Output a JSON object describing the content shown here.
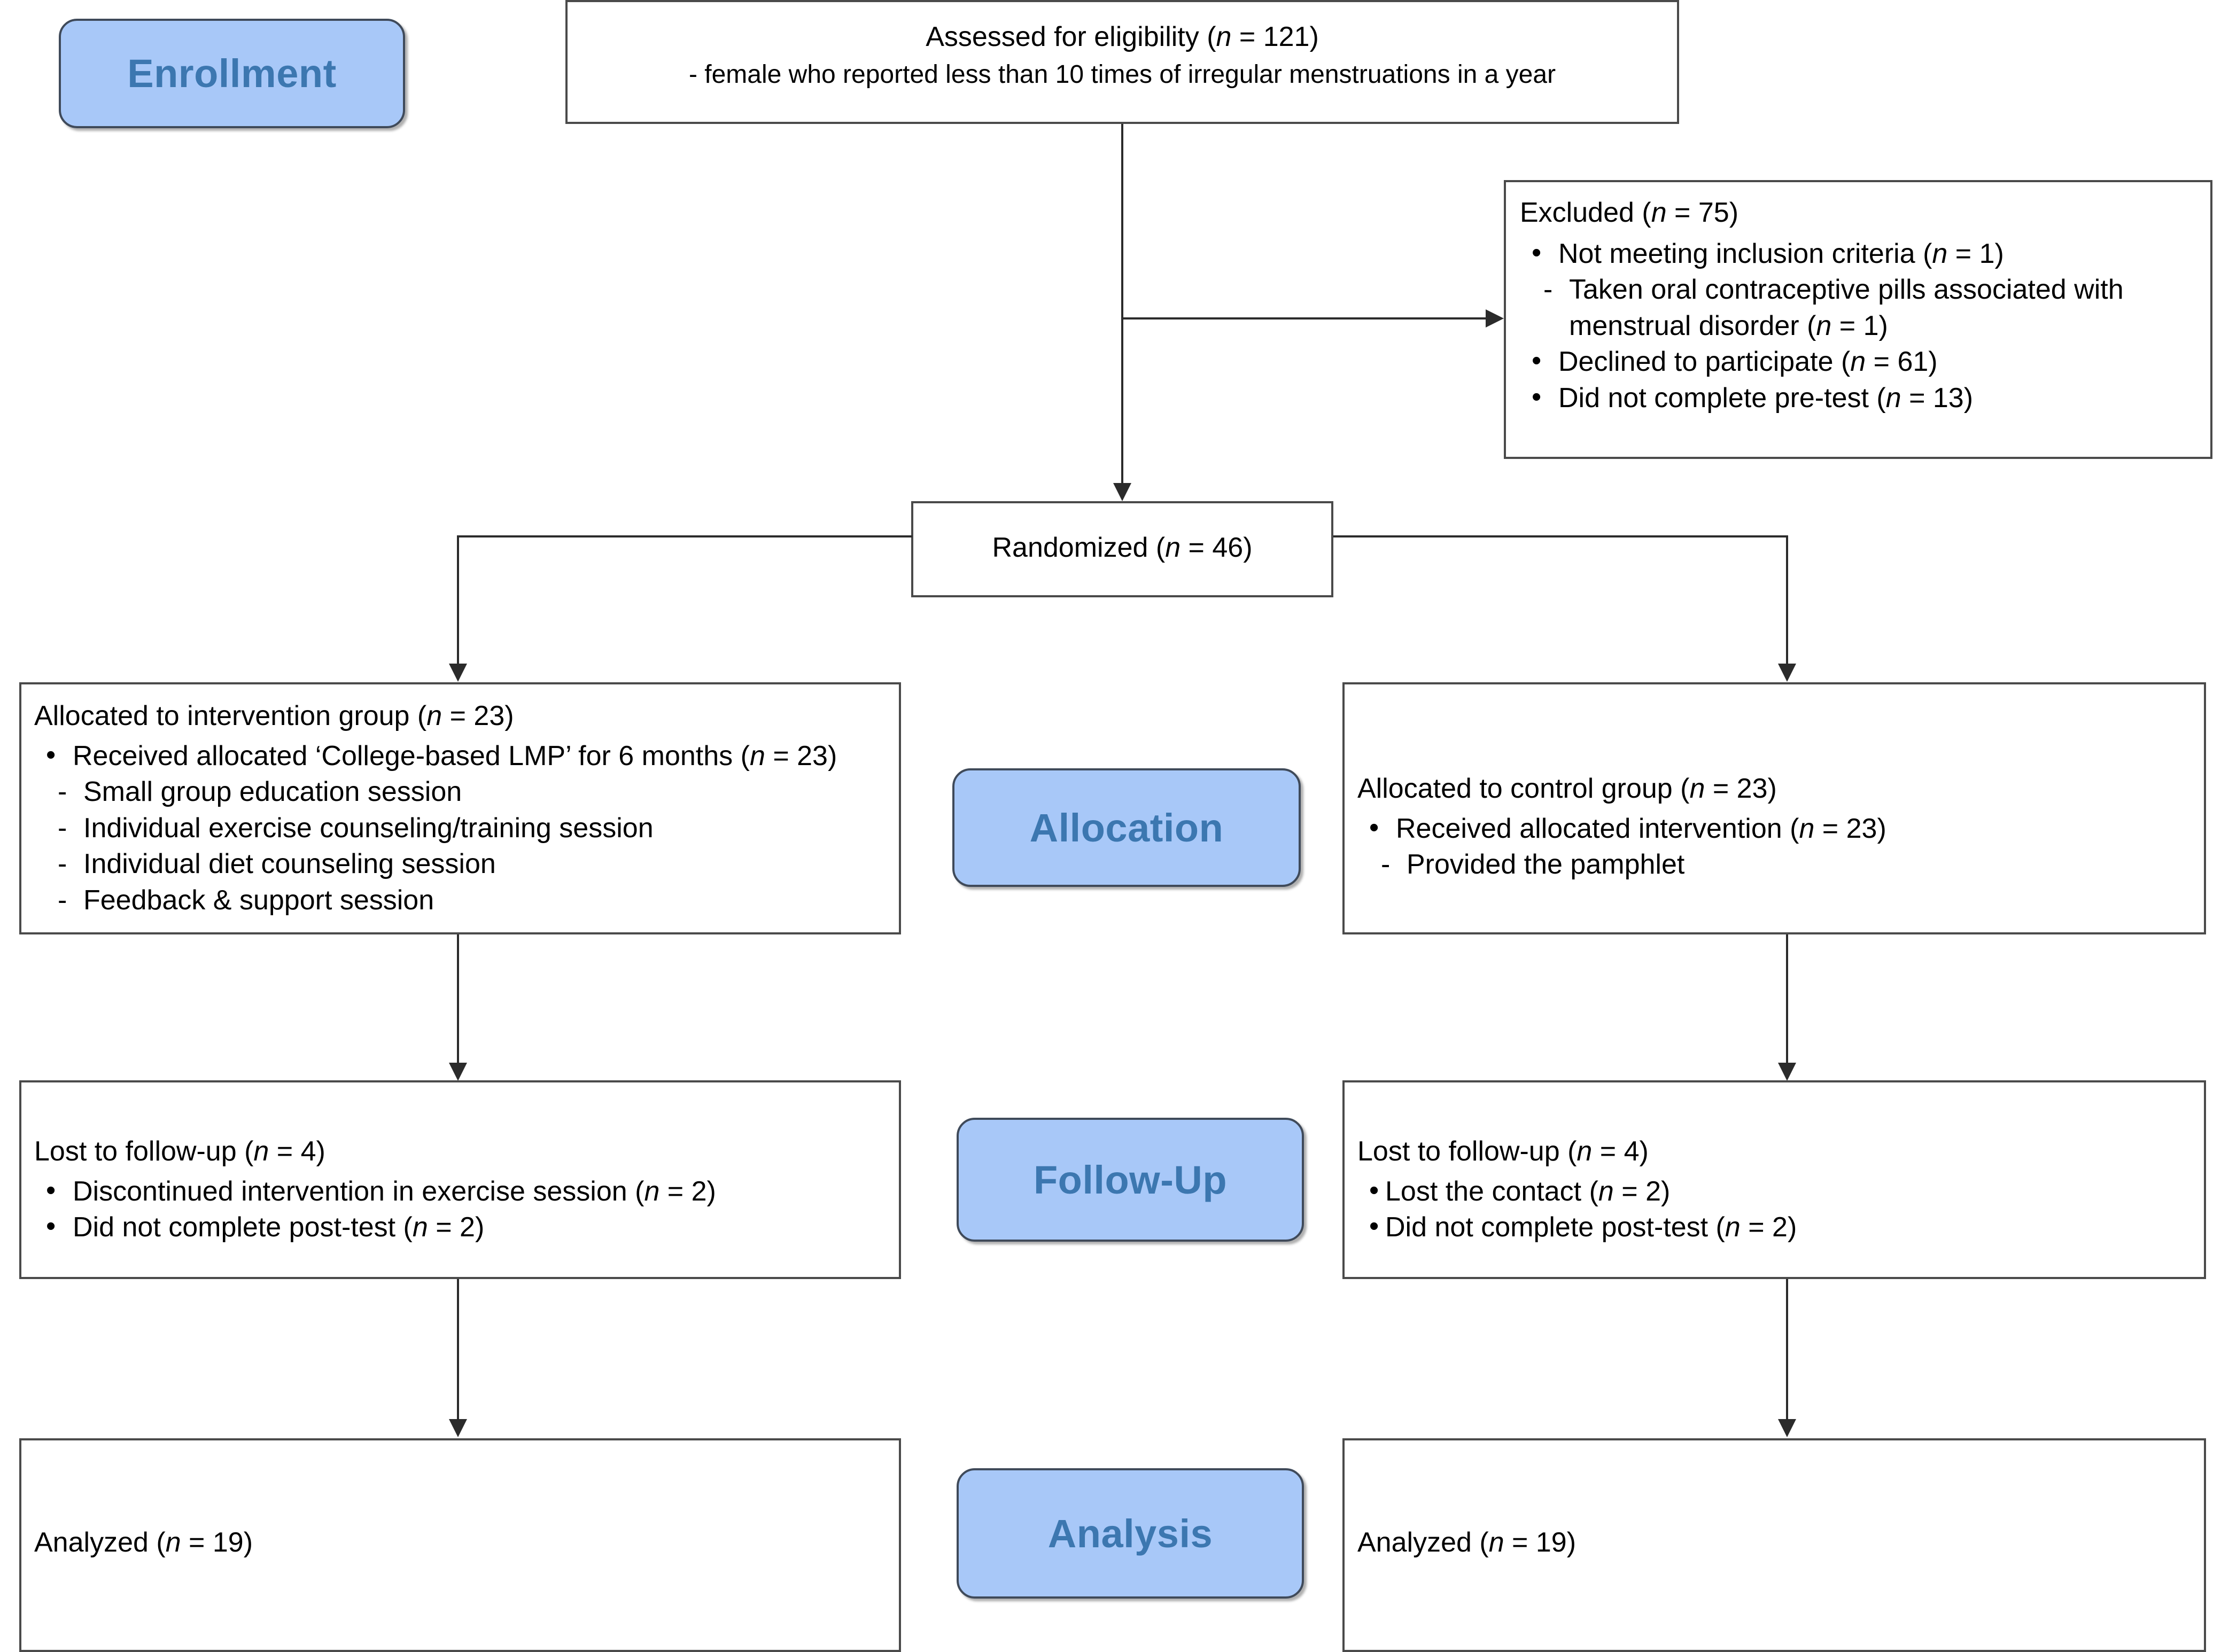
{
  "diagram": {
    "title": "CONSORT participant flow diagram",
    "accent_badge_fill": "#A8C8F8",
    "accent_badge_text": "#3C77B0",
    "badge_border": "#3F4A5A",
    "box_border": "#4A4A4A"
  },
  "stages": {
    "enrollment": "Enrollment",
    "allocation": "Allocation",
    "followup": "Follow-Up",
    "analysis": "Analysis"
  },
  "assessed": {
    "line1_pre": "Assessed for eligibility (",
    "line1_n": "n",
    "line1_post": " = 121)",
    "line2": "- female who reported less than 10 times of irregular menstruations in a year"
  },
  "excluded": {
    "heading_pre": "Excluded  (",
    "heading_n": "n",
    "heading_post": " = 75)",
    "items": [
      {
        "type": "bullet",
        "text": "Not meeting inclusion criteria (n = 1)"
      },
      {
        "type": "dash",
        "text": "Taken oral contraceptive pills associated with menstrual disorder (n = 1)"
      },
      {
        "type": "bullet",
        "text": "Declined to participate (n = 61)"
      },
      {
        "type": "bullet",
        "text": "Did not complete pre-test (n = 13)"
      }
    ]
  },
  "randomized": {
    "label_pre": "Randomized  (",
    "label_n": "n",
    "label_post": " = 46)"
  },
  "intervention_alloc": {
    "heading": "Allocated to intervention group (n = 23)",
    "bullets": [
      "Received allocated ‘College-based LMP’ for 6 months (n = 23)"
    ],
    "dashes": [
      "Small group education session",
      "Individual exercise counseling/training session",
      "Individual diet counseling session",
      "Feedback & support session"
    ]
  },
  "control_alloc": {
    "heading": "Allocated to control group (n = 23)",
    "bullets": [
      "Received allocated intervention (n = 23)"
    ],
    "dashes": [
      "Provided the pamphlet"
    ]
  },
  "intervention_followup": {
    "heading": "Lost to follow-up (n = 4)",
    "bullets": [
      "Discontinued intervention in exercise session (n = 2)",
      "Did not complete post-test (n = 2)"
    ]
  },
  "control_followup": {
    "heading": "Lost to follow-up (n = 4)",
    "bullets": [
      "Lost the contact (n = 2)",
      "Did not complete post-test (n = 2)"
    ]
  },
  "intervention_analyzed": {
    "label": "Analyzed (n = 19)"
  },
  "control_analyzed": {
    "label": "Analyzed (n = 19)"
  }
}
